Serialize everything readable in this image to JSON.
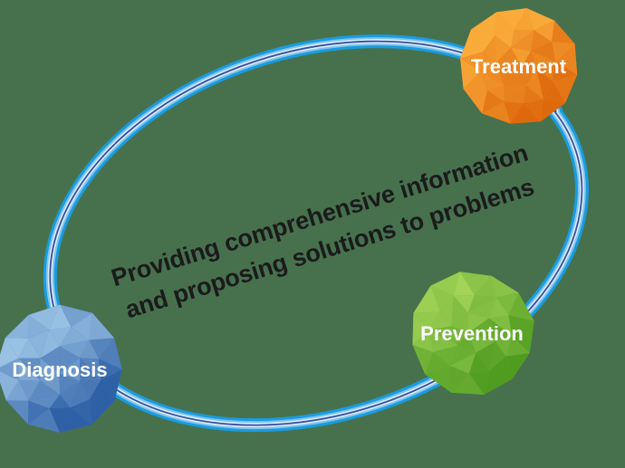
{
  "background": "#47714D",
  "center_text": {
    "line1": "Providing comprehensive information",
    "line2": "and proposing solutions to problems",
    "color": "#1B1B1B"
  },
  "ring": {
    "layers": [
      {
        "name": "outer-tube",
        "color": "#1A9CE0"
      },
      {
        "name": "inner-light",
        "color": "#7FC3EC"
      },
      {
        "name": "highlight",
        "color": "#D9EEFA"
      },
      {
        "name": "core-line",
        "color": "#3A4F9E"
      }
    ]
  },
  "spheres": [
    {
      "id": "treatment",
      "label": "Treatment",
      "colors": {
        "light": "#FBAE3C",
        "base": "#F08418",
        "dark": "#DD660B"
      },
      "label_color": "#FFFFFF"
    },
    {
      "id": "prevention",
      "label": "Prevention",
      "colors": {
        "light": "#A6D65A",
        "base": "#68BA30",
        "dark": "#4C9A1E"
      },
      "label_color": "#FFFFFF"
    },
    {
      "id": "diagnosis",
      "label": "Diagnosis",
      "colors": {
        "light": "#9CC4E6",
        "base": "#4377BE",
        "dark": "#2A5CA3"
      },
      "label_color": "#FFFFFF"
    }
  ]
}
